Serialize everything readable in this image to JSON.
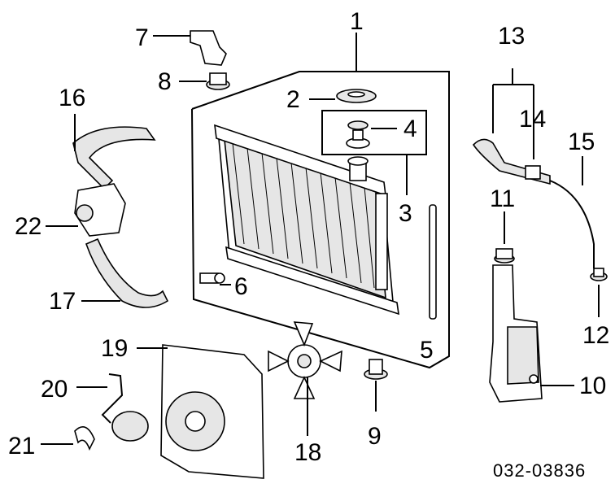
{
  "diagram_code": "032-03836",
  "callouts": {
    "c1": "1",
    "c2": "2",
    "c3": "3",
    "c4": "4",
    "c5": "5",
    "c6": "6",
    "c7": "7",
    "c8": "8",
    "c9": "9",
    "c10": "10",
    "c11": "11",
    "c12": "12",
    "c13": "13",
    "c14": "14",
    "c15": "15",
    "c16": "16",
    "c17": "17",
    "c18": "18",
    "c19": "19",
    "c20": "20",
    "c21": "21",
    "c22": "22"
  },
  "colors": {
    "ink": "#000000",
    "paper": "#ffffff",
    "shade": "#e6e6e6"
  }
}
